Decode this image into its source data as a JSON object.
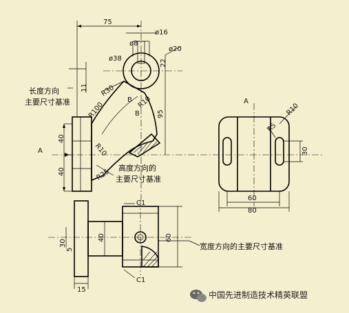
{
  "dims": {
    "d75": "75",
    "phi16": "ø16",
    "phi8": "ø8",
    "phi38": "ø38",
    "phi20": "ø20",
    "d22": "22",
    "d11": "11",
    "r30": "R30",
    "r100": "R100",
    "r10a": "R10",
    "r10b": "R10",
    "r25": "R25",
    "d95": "95",
    "d40a": "40",
    "d40b": "40",
    "b_label": "B",
    "b_label2": "B",
    "a_top": "A",
    "a_left": "A",
    "r10c": "R10",
    "r5": "R5",
    "d30_right": "30",
    "d60_right": "60",
    "d80": "80",
    "c1_top": "C1",
    "c1_bot": "C1",
    "d30_bot": "30",
    "d5": "5",
    "d40_bot": "40",
    "d60_bot": "60",
    "d15": "15"
  },
  "annotations": {
    "length_line1": "长度方向",
    "length_line2": "主要尺寸基准",
    "height_line1": "高度方向的",
    "height_line2": "主要尺寸基准",
    "width_label": "宽度方向的主要尺寸基准"
  },
  "watermark": {
    "text": "中国先进制造技术精英联盟",
    "icon": "wechat-icon"
  }
}
